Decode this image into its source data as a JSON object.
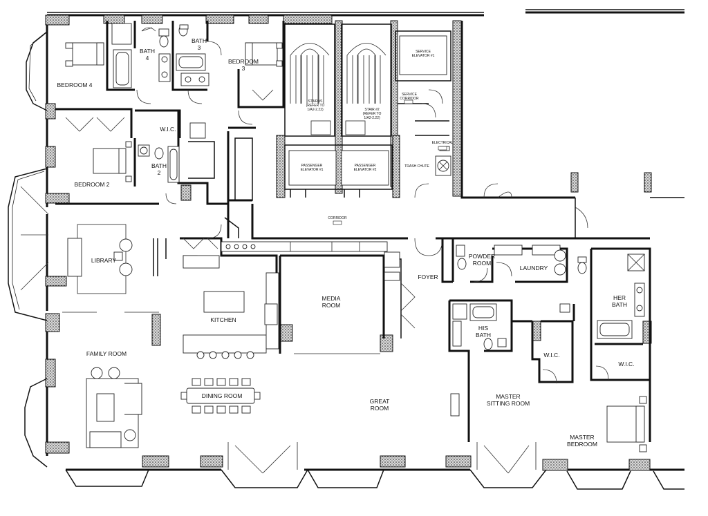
{
  "rooms": {
    "bedroom4": "BEDROOM 4",
    "bath4": [
      "BATH",
      "4"
    ],
    "bath3": [
      "BATH",
      "3"
    ],
    "bedroom3": [
      "BEDROOM",
      "3"
    ],
    "wic_top": "W.I.C.",
    "bath2": [
      "BATH",
      "2"
    ],
    "bedroom2": "BEDROOM 2",
    "library": "LIBRARY",
    "kitchen": "KITCHEN",
    "media": [
      "MEDIA",
      "ROOM"
    ],
    "foyer": "FOYER",
    "powder": [
      "POWDER",
      "ROOM"
    ],
    "laundry": "LAUNDRY",
    "his_bath": [
      "HIS",
      "BATH"
    ],
    "her_bath": [
      "HER",
      "BATH"
    ],
    "wic_his": "W.I.C.",
    "wic_her": "W.I.C.",
    "family": "FAMILY ROOM",
    "dining": "DINING ROOM",
    "great": [
      "GREAT",
      "ROOM"
    ],
    "sitting": [
      "MASTER",
      "SITTING ROOM"
    ],
    "master_bed": [
      "MASTER",
      "BEDROOM"
    ]
  },
  "small_labels": {
    "stair1": [
      "STAIR #1",
      "(REFER TO",
      "1/A2-2.22)"
    ],
    "stair2": [
      "STAIR #2",
      "(REFER TO",
      "1/A2-2.22)"
    ],
    "service_elev": [
      "SERVICE",
      "ELEVATOR #1"
    ],
    "service_corr": [
      "SERVICE",
      "CORRIDOR"
    ],
    "electrical": "ELECTRICAL",
    "trash": "TRASH CHUTE",
    "pass1": [
      "PASSENGER",
      "ELEVATOR #1"
    ],
    "pass2": [
      "PASSENGER",
      "ELEVATOR #2"
    ],
    "corridor": "CORRIDOR"
  }
}
